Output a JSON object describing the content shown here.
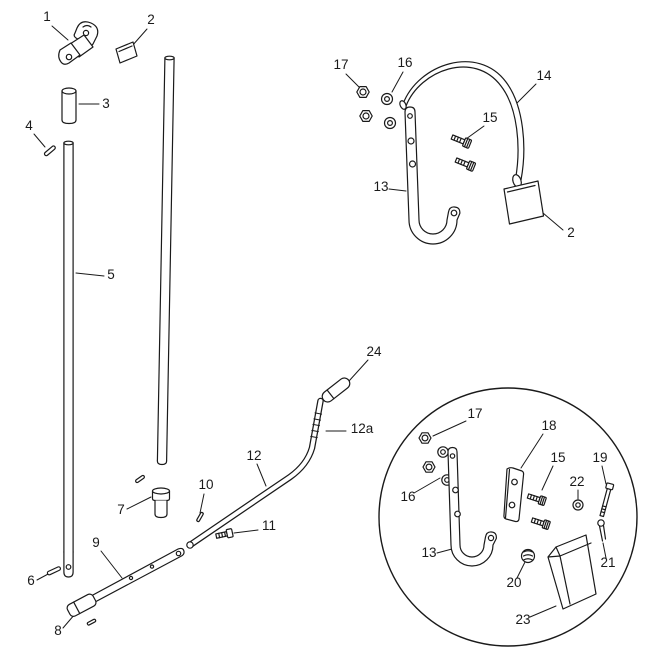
{
  "diagram": {
    "callouts": {
      "c1": "1",
      "c2": "2",
      "c3": "3",
      "c4": "4",
      "c5": "5",
      "c6": "6",
      "c7": "7",
      "c8": "8",
      "c9": "9",
      "c10": "10",
      "c11": "11",
      "c12": "12",
      "c12a": "12a",
      "c13": "13",
      "c14": "14",
      "c15": "15",
      "c16": "16",
      "c17": "17",
      "c18": "18",
      "c19": "19",
      "c20": "20",
      "c21": "21",
      "c22": "22",
      "c23": "23",
      "c24": "24"
    },
    "colors": {
      "line": "#1a1a1a",
      "background": "#ffffff"
    }
  }
}
